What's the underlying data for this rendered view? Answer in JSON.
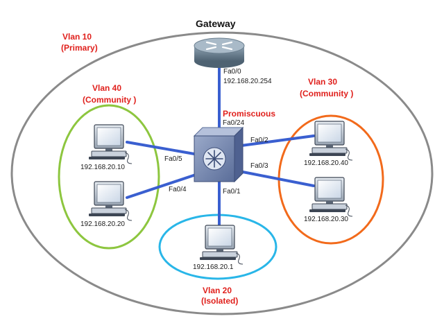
{
  "gateway": {
    "title": "Gateway",
    "port": "Fa0/0",
    "ip": "192.168.20.254"
  },
  "switch": {
    "role": "Promiscuous",
    "uplink_port": "Fa0/24"
  },
  "vlans": {
    "primary": {
      "name": "Vlan 10",
      "type": "(Primary)"
    },
    "community1": {
      "name": "Vlan 40",
      "type": "(Community )"
    },
    "community2": {
      "name": "Vlan 30",
      "type": "(Community )"
    },
    "isolated": {
      "name": "Vlan 20",
      "type": "(Isolated)"
    }
  },
  "ports": {
    "p2": "Fa0/2",
    "p3": "Fa0/3",
    "p5": "Fa0/5",
    "p4": "Fa0/4",
    "p1": "Fa0/1"
  },
  "hosts": {
    "h10": "192.168.20.10",
    "h20": "192.168.20.20",
    "h40": "192.168.20.40",
    "h30": "192.168.20.30",
    "h1": "192.168.20.1"
  },
  "colors": {
    "link": "#3a5fd0",
    "primary_ellipse": "#8a8a8a",
    "vlan40_ellipse": "#8dc63f",
    "vlan30_ellipse": "#f26a1b",
    "vlan20_ellipse": "#29b6e8",
    "label_red": "#e0201c"
  }
}
